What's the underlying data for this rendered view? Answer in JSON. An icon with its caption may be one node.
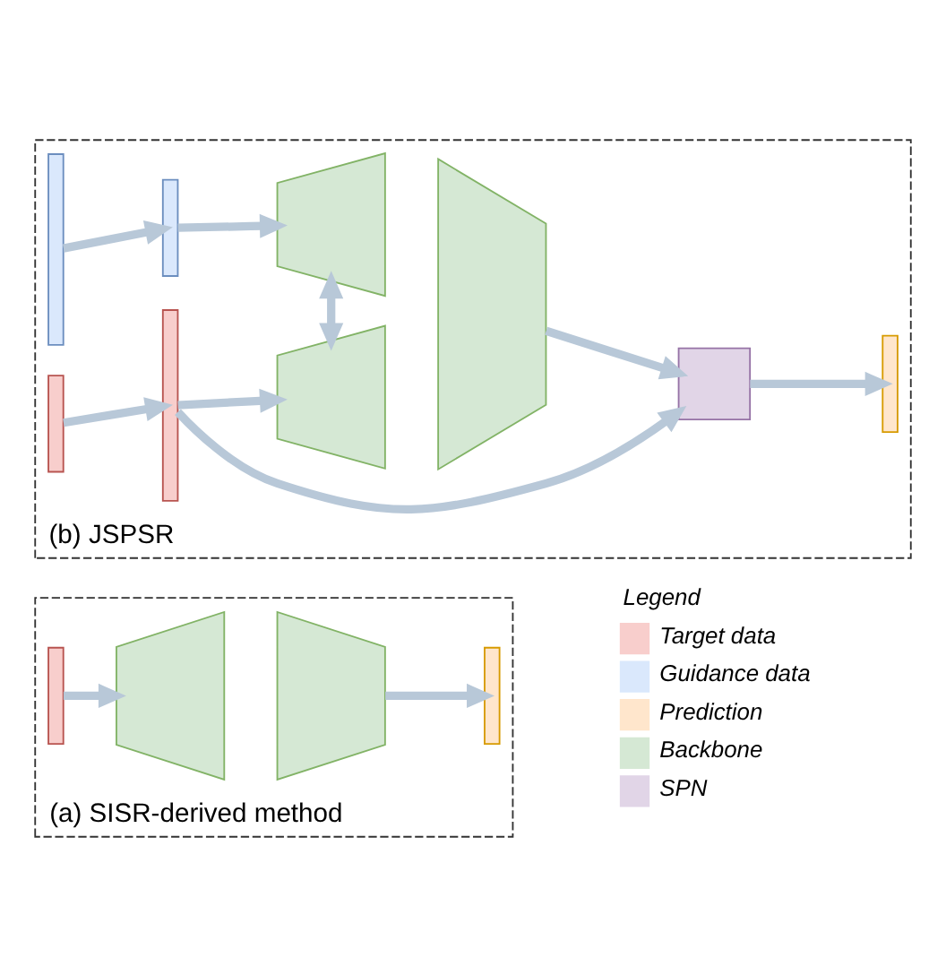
{
  "diagram": {
    "nodes": [
      {
        "text": [
          "(a) SISR-derived method"
        ]
      },
      {
        "text": [],
        "shape": "bar",
        "in": 0
      },
      {
        "text": [],
        "shape": "trapezoid",
        "in": 0
      },
      {
        "text": [],
        "shape": "trapezoid",
        "in": 0
      },
      {
        "text": [],
        "shape": "bar",
        "in": 0
      },
      {
        "text": [
          "(b) JSPSR"
        ]
      },
      {
        "text": [],
        "shape": "bar",
        "in": 5
      },
      {
        "text": [],
        "shape": "bar",
        "in": 5
      },
      {
        "text": [],
        "shape": "bar",
        "in": 5
      },
      {
        "text": [],
        "shape": "bar",
        "in": 5
      },
      {
        "text": [],
        "shape": "trapezoid",
        "in": 5
      },
      {
        "text": [],
        "shape": "trapezoid",
        "in": 5
      },
      {
        "text": [],
        "shape": "trapezoid",
        "in": 5
      },
      {
        "text": [],
        "shape": "box",
        "in": 5
      },
      {
        "text": [],
        "shape": "bar",
        "in": 5
      }
    ],
    "edges": [
      {
        "from": 1,
        "to": 2,
        "arrow": "to"
      },
      {
        "from": 3,
        "to": 4,
        "arrow": "to"
      },
      {
        "from": 6,
        "to": 7,
        "arrow": "to"
      },
      {
        "from": 7,
        "to": 10,
        "arrow": "to"
      },
      {
        "from": 8,
        "to": 9,
        "arrow": "to"
      },
      {
        "from": 9,
        "to": 11,
        "arrow": "to"
      },
      {
        "from": 10,
        "to": 11,
        "arrow": "both"
      },
      {
        "from": 12,
        "to": 13,
        "arrow": "to"
      },
      {
        "from": 9,
        "to": 13,
        "arrow": "to"
      },
      {
        "from": 13,
        "to": 14,
        "arrow": "to"
      }
    ],
    "labels": [
      "Legend"
    ],
    "legend": [
      {
        "text": "Target data",
        "color": "#f8cecc"
      },
      {
        "text": "Guidance data",
        "color": "#dae8fc"
      },
      {
        "text": "Prediction",
        "color": "#ffe6cc"
      },
      {
        "text": "Backbone",
        "color": "#d5e8d4"
      },
      {
        "text": "SPN",
        "color": "#e1d5e7"
      }
    ]
  }
}
